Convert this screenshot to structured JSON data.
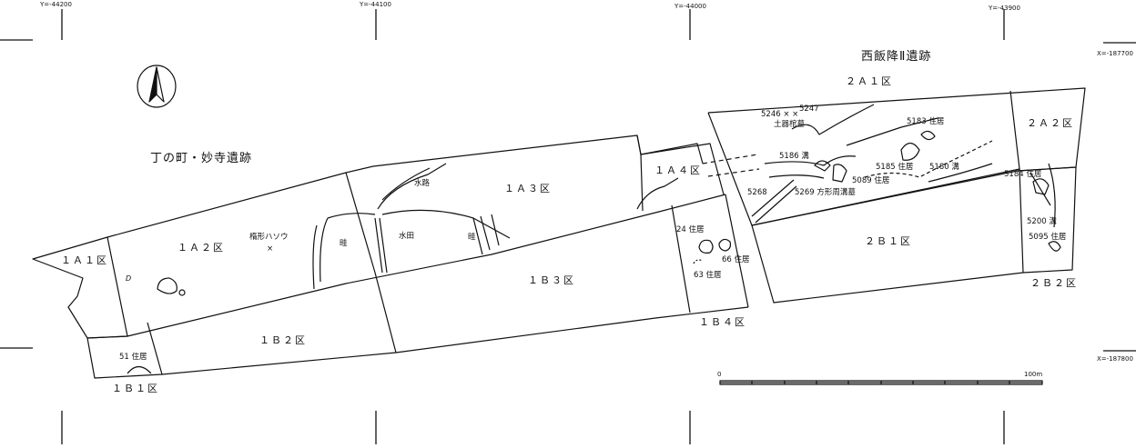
{
  "grid_labels": {
    "y1": "Y=-44200",
    "y2": "Y=-44100",
    "y3": "Y=-44000",
    "y4": "Y=-43900",
    "x1": "X=-187700",
    "x2": "X=-187800"
  },
  "site_names": {
    "west": "丁の町・妙寺遺跡",
    "east": "西飯降Ⅱ遺跡"
  },
  "zones": {
    "z1A1": "１Ａ１区",
    "z1A2": "１Ａ２区",
    "z1A3": "１Ａ３区",
    "z1A4": "１Ａ４区",
    "z1B1": "１Ｂ１区",
    "z1B2": "１Ｂ２区",
    "z1B3": "１Ｂ３区",
    "z1B4": "１Ｂ４区",
    "z2A1": "２Ａ１区",
    "z2A2": "２Ａ２区",
    "z2B1": "２Ｂ１区",
    "z2B2": "２Ｂ２区"
  },
  "features": {
    "f51": "51 住居",
    "f24": "24 住居",
    "f66": "66 住居",
    "f63": "63 住居",
    "hasou": "楕形ハソウ",
    "hasou_mark": "×",
    "suiro": "水路",
    "suiden": "水田",
    "aze1": "畦",
    "aze2": "畦",
    "d_mark": "D",
    "f5246": "5246 × ×",
    "f5247": "5247",
    "dokikanbo": "土器棺墓",
    "f5183": "5183 住居",
    "f5186": "5186 溝",
    "f5185": "5185 住居",
    "f5180": "5180 溝",
    "f5089": "5089 住居",
    "f5268": "5268",
    "f5269": "5269 方形周溝墓",
    "f5184": "5184 住居",
    "f5200": "5200 溝",
    "f5095": "5095 住居"
  },
  "scale_bar": {
    "start": "0",
    "end": "100m"
  }
}
